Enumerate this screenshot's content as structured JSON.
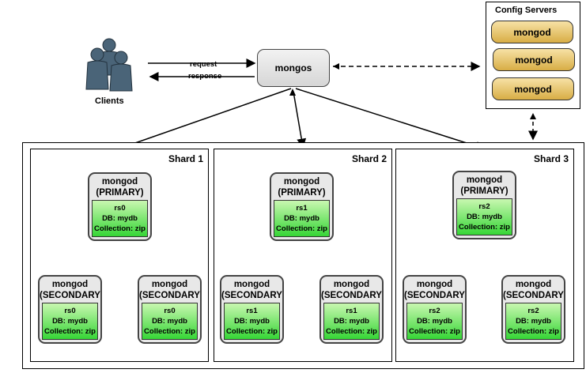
{
  "clients": {
    "label": "Clients"
  },
  "arrows": {
    "request": "request",
    "response": "response"
  },
  "mongos": {
    "label": "mongos"
  },
  "config": {
    "title": "Config Servers",
    "servers": [
      "mongod",
      "mongod",
      "mongod"
    ]
  },
  "shards": [
    {
      "title": "Shard 1",
      "primary": {
        "name": "mongod",
        "role": "(PRIMARY)",
        "rs": "rs0",
        "db": "DB: mydb",
        "collection": "Collection: zip"
      },
      "secondaries": [
        {
          "name": "mongod",
          "role": "(SECONDARY)",
          "rs": "rs0",
          "db": "DB: mydb",
          "collection": "Collection: zip"
        },
        {
          "name": "mongod",
          "role": "(SECONDARY)",
          "rs": "rs0",
          "db": "DB: mydb",
          "collection": "Collection: zip"
        }
      ]
    },
    {
      "title": "Shard 2",
      "primary": {
        "name": "mongod",
        "role": "(PRIMARY)",
        "rs": "rs1",
        "db": "DB: mydb",
        "collection": "Collection: zip"
      },
      "secondaries": [
        {
          "name": "mongod",
          "role": "(SECONDARY)",
          "rs": "rs1",
          "db": "DB: mydb",
          "collection": "Collection: zip"
        },
        {
          "name": "mongod",
          "role": "(SECONDARY)",
          "rs": "rs1",
          "db": "DB: mydb",
          "collection": "Collection: zip"
        }
      ]
    },
    {
      "title": "Shard 3",
      "primary": {
        "name": "mongod",
        "role": "(PRIMARY)",
        "rs": "rs2",
        "db": "DB: mydb",
        "collection": "Collection: zip"
      },
      "secondaries": [
        {
          "name": "mongod",
          "role": "(SECONDARY)",
          "rs": "rs2",
          "db": "DB: mydb",
          "collection": "Collection: zip"
        },
        {
          "name": "mongod",
          "role": "(SECONDARY)",
          "rs": "rs2",
          "db": "DB: mydb",
          "collection": "Collection: zip"
        }
      ]
    }
  ]
}
